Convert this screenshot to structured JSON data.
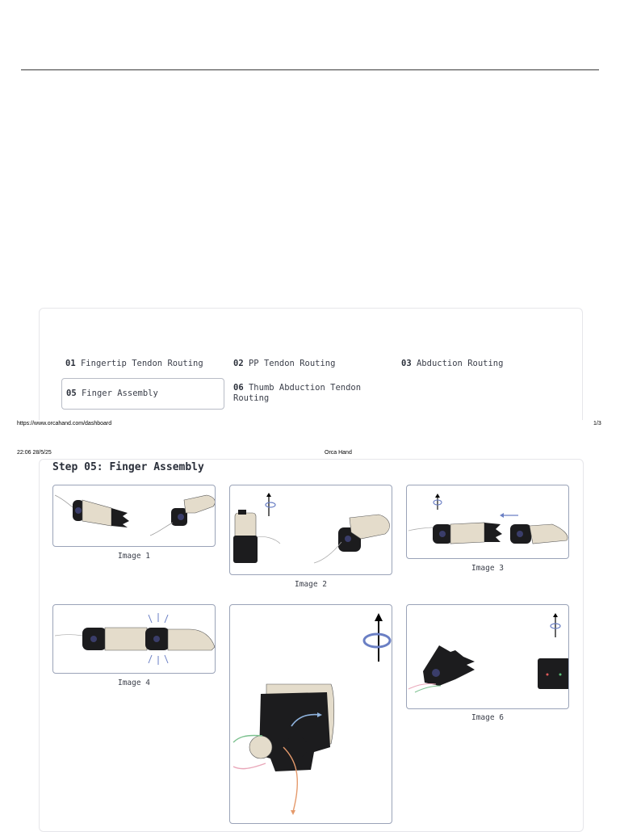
{
  "toc": {
    "items": [
      {
        "num": "01",
        "label": "Fingertip Tendon Routing"
      },
      {
        "num": "02",
        "label": "PP Tendon Routing"
      },
      {
        "num": "03",
        "label": "Abduction Routing"
      },
      {
        "num": "05",
        "label": "Finger Assembly"
      },
      {
        "num": "06",
        "label": "Thumb Abduction Tendon Routing"
      }
    ]
  },
  "print_footer": {
    "url": "https://www.orcahand.com/dashboard",
    "page": "1/3"
  },
  "print_header": {
    "datetime": "22:06 28/5/25",
    "title": "Orca Hand"
  },
  "step": {
    "title": "Step 05: Finger Assembly",
    "captions": [
      "Image 1",
      "Image 2",
      "Image 3",
      "Image 4",
      "Image 6"
    ]
  },
  "colors": {
    "frame": "#9aa3b8",
    "rotation_arrow": "#6a7fc4",
    "part_black": "#1c1c1e",
    "part_beige": "#e4dccb"
  }
}
